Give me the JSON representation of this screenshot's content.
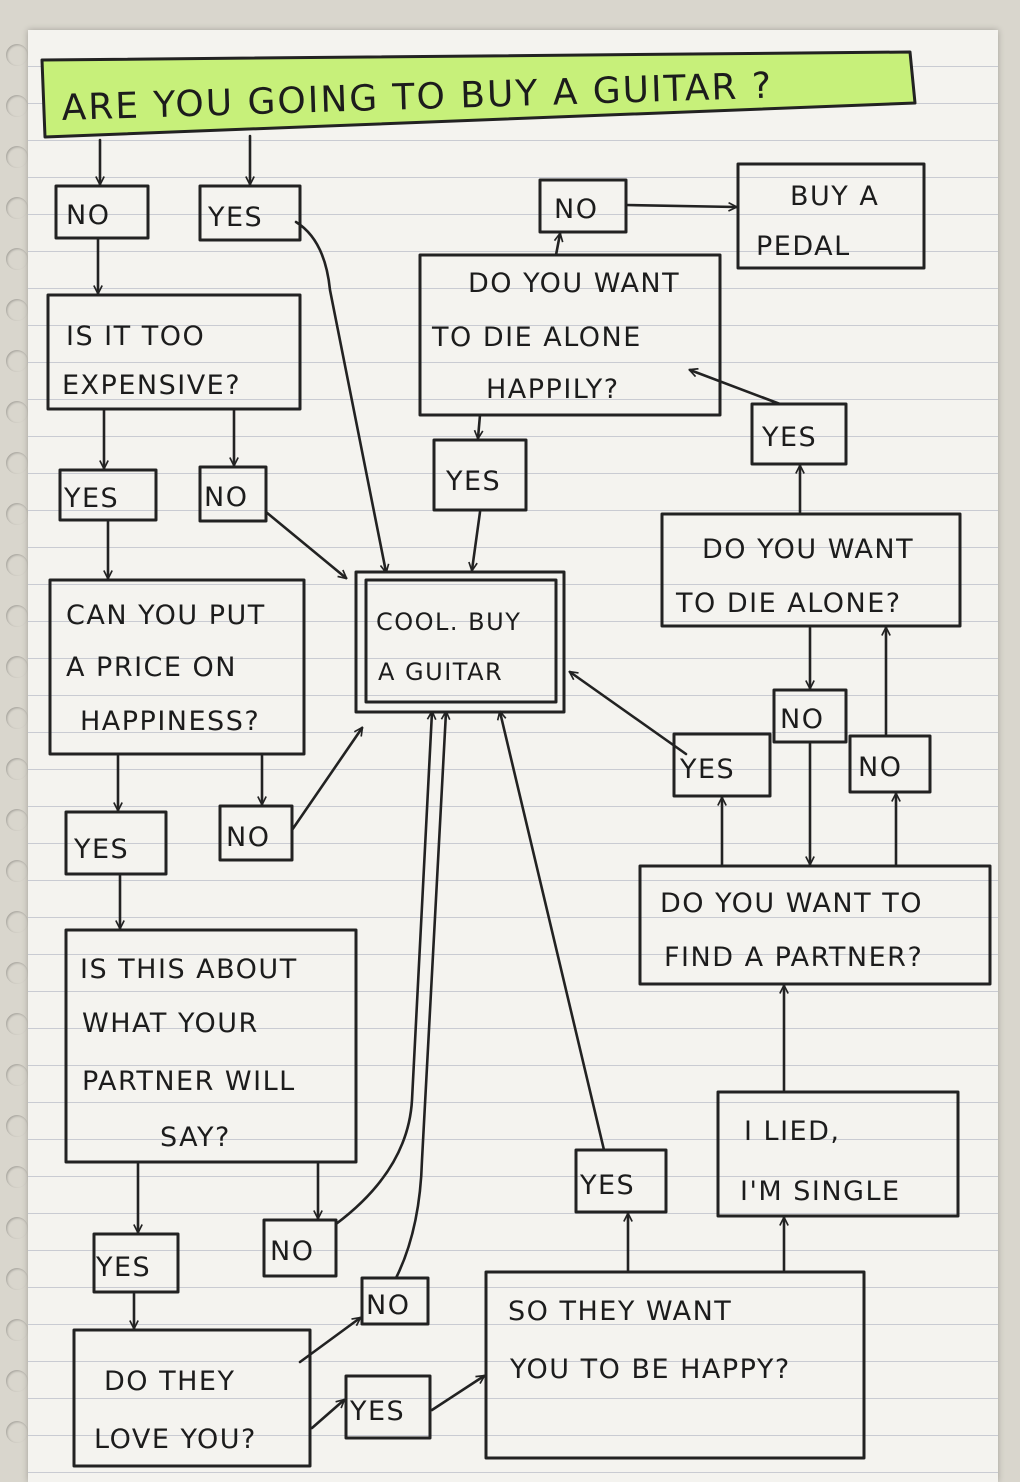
{
  "title": "ARE YOU GOING TO BUY A GUITAR ?",
  "colors": {
    "title_highlight": "#c7f07a",
    "ink": "#222222",
    "paper": "#f4f3ef"
  },
  "nodes": {
    "no_1": "NO",
    "yes_1": "YES",
    "too_expensive": [
      "IS IT TOO",
      "EXPENSIVE?"
    ],
    "yes_2": "YES",
    "no_2": "NO",
    "price_happiness": [
      "CAN YOU PUT",
      "A PRICE ON",
      "HAPPINESS?"
    ],
    "yes_3": "YES",
    "no_3": "NO",
    "partner_say": [
      "IS THIS ABOUT",
      "WHAT YOUR",
      "PARTNER WILL",
      "SAY?"
    ],
    "yes_4": "YES",
    "no_4": "NO",
    "love_you": [
      "DO THEY",
      "LOVE YOU?"
    ],
    "no_5": "NO",
    "yes_5": "YES",
    "buy_guitar": [
      "COOL. BUY",
      "A GUITAR"
    ],
    "want_happy": [
      "SO THEY WANT",
      "YOU TO BE HAPPY?"
    ],
    "yes_6": "YES",
    "lied_single": [
      "I LIED,",
      "I'M SINGLE"
    ],
    "find_partner": [
      "DO YOU WANT TO",
      "FIND A PARTNER?"
    ],
    "yes_7": "YES",
    "no_6": "NO",
    "no_7": "NO",
    "die_alone": [
      "DO YOU WANT",
      "TO DIE ALONE?"
    ],
    "yes_8": "YES",
    "die_alone_happily": [
      "DO YOU WANT",
      "TO DIE ALONE",
      "HAPPILY?"
    ],
    "yes_9": "YES",
    "no_8": "NO",
    "buy_pedal": [
      "BUY A",
      "PEDAL"
    ]
  }
}
